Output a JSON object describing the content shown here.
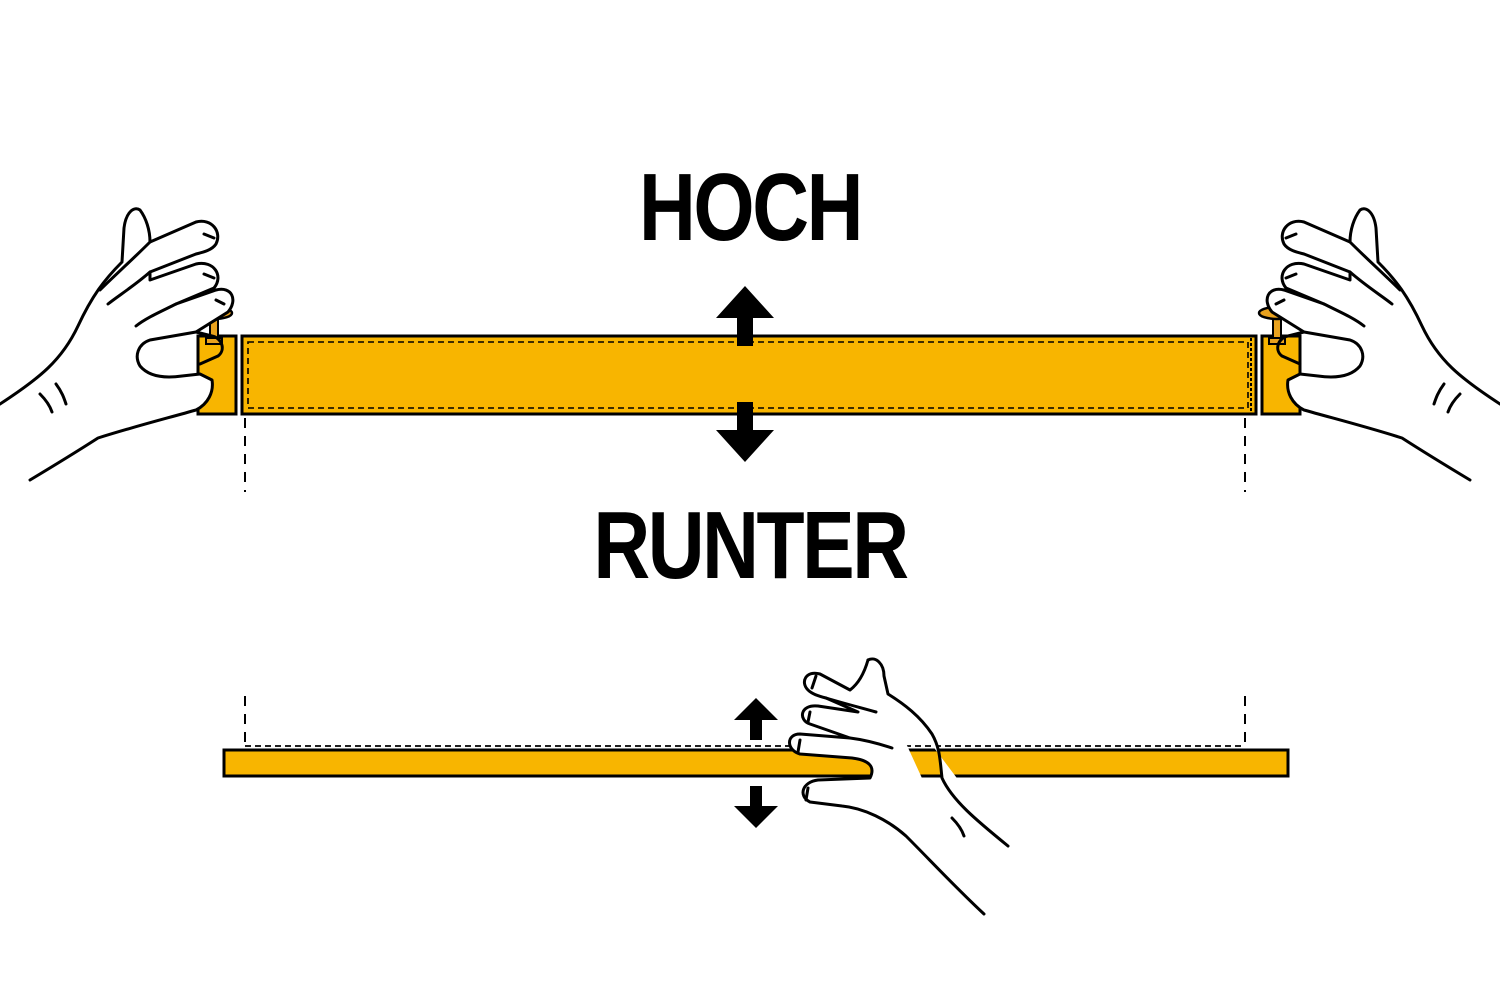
{
  "labels": {
    "up": "HOCH",
    "down": "RUNTER"
  },
  "colors": {
    "bar_fill": "#F8B500",
    "pin_fill": "#E9A21E",
    "outline": "#000000",
    "background": "#FFFFFF"
  },
  "icons": {
    "up_down_arrow": "double-arrow-vertical",
    "hand": "hand-outline"
  }
}
